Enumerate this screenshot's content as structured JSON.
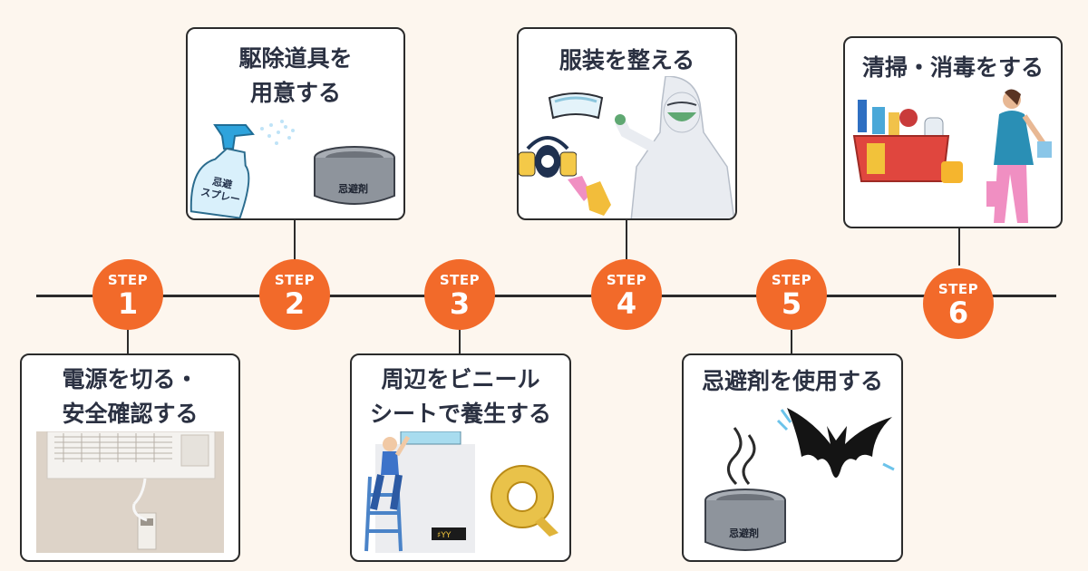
{
  "steps": [
    {
      "label": "STEP",
      "number": "1",
      "title_lines": [
        "電源を切る・",
        "安全確認する"
      ]
    },
    {
      "label": "STEP",
      "number": "2",
      "title_lines": [
        "駆除道具を",
        "用意する"
      ],
      "spray_label": [
        "忌避",
        "スプレー"
      ],
      "can_label": "忌避剤"
    },
    {
      "label": "STEP",
      "number": "3",
      "title_lines": [
        "周辺をビニール",
        "シートで養生する"
      ],
      "tape_label": "♯YY"
    },
    {
      "label": "STEP",
      "number": "4",
      "title_lines": [
        "服装を整える"
      ]
    },
    {
      "label": "STEP",
      "number": "5",
      "title_lines": [
        "忌避剤を使用する"
      ],
      "can_label": "忌避剤"
    },
    {
      "label": "STEP",
      "number": "6",
      "title_lines": [
        "清掃・消毒をする"
      ]
    }
  ],
  "colors": {
    "accent": "#f26a2a",
    "background": "#fdf6ee",
    "line": "#2b2b2b",
    "text": "#2b3142"
  }
}
